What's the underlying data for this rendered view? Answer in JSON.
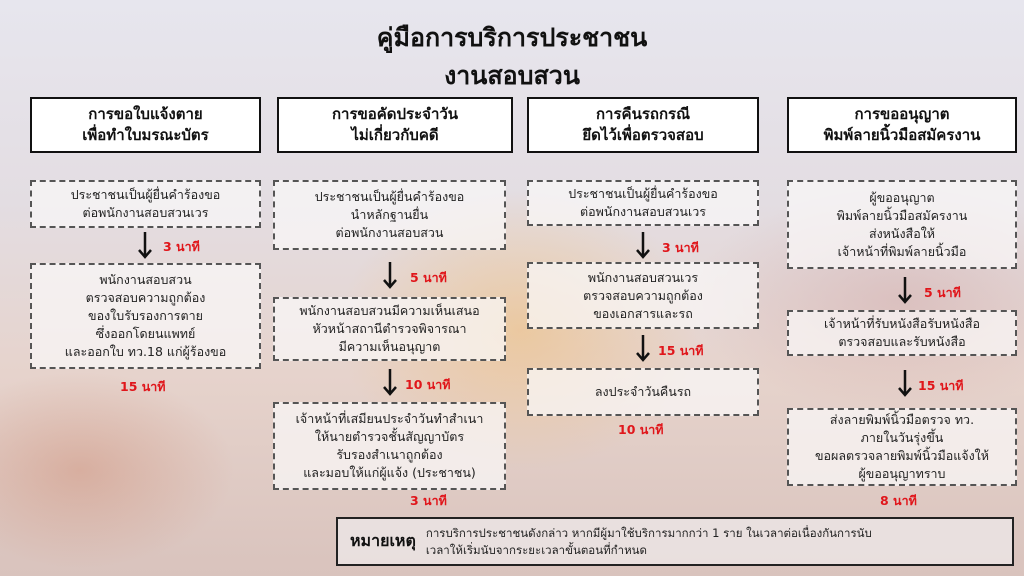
{
  "title": {
    "line1": "คู่มือการบริการประชาชน",
    "line2": "งานสอบสวน"
  },
  "columns": [
    {
      "header": "การขอใบแจ้งตาย\nเพื่อทำใบมรณะบัตร",
      "steps": [
        "ประชาชนเป็นผู้ยื่นคำร้องขอ\nต่อพนักงานสอบสวนเวร",
        "พนักงานสอบสวน\nตรวจสอบความถูกต้อง\nของใบรับรองการตาย\nซึ่งออกโดยนแพทย์\nและออกใบ ทว.18 แก่ผู้ร้องขอ"
      ],
      "times": [
        "3 นาที",
        "15 นาที"
      ]
    },
    {
      "header": "การขอคัดประจำวัน\nไม่เกี่ยวกับคดี",
      "steps": [
        "ประชาชนเป็นผู้ยื่นคำร้องขอ\nนำหลักฐานยื่น\nต่อพนักงานสอบสวน",
        "พนักงานสอบสวนมีความเห็นเสนอ\nหัวหน้าสถานีตำรวจพิจารณา\nมีความเห็นอนุญาต",
        "เจ้าหน้าที่เสมียนประจำวันทำสำเนา\nให้นายตำรวจชั้นสัญญาบัตร\nรับรองสำเนาถูกต้อง\nและมอบให้แก่ผู้แจ้ง (ประชาชน)"
      ],
      "times": [
        "5 นาที",
        "10 นาที",
        "3 นาที"
      ]
    },
    {
      "header": "การคืนรถกรณี\nยึดไว้เพื่อตรวจสอบ",
      "steps": [
        "ประชาชนเป็นผู้ยื่นคำร้องขอ\nต่อพนักงานสอบสวนเวร",
        "พนักงานสอบสวนเวร\nตรวจสอบความถูกต้อง\nของเอกสารและรถ",
        "ลงประจำวันคืนรถ"
      ],
      "times": [
        "3 นาที",
        "15 นาที",
        "10 นาที"
      ]
    },
    {
      "header": "การขออนุญาต\nพิมพ์ลายนิ้วมือสมัครงาน",
      "steps": [
        "ผู้ขออนุญาต\nพิมพ์ลายนิ้วมือสมัครงาน\nส่งหนังสือให้\nเจ้าหน้าที่พิมพ์ลายนิ้วมือ",
        "เจ้าหน้าที่รับหนังสือรับหนังสือ\nตรวจสอบและรับหนังสือ",
        "ส่งลายพิมพ์นิ้วมือตรวจ ทว.\nภายในวันรุ่งขึ้น\nขอผลตรวจลายพิมพ์นิ้วมือแจ้งให้\nผู้ขออนุญาทราบ"
      ],
      "times": [
        "5 นาที",
        "15 นาที",
        "8 นาที"
      ]
    }
  ],
  "note": {
    "label": "หมายเหตุ",
    "text": "การบริการประชาชนดังกล่าว หากมีผู้มาใช้บริการมากกว่า 1 ราย ในเวลาต่อเนื่องกันการนับ\nเวลาให้เริ่มนับจากระยะเวลาขั้นตอนที่กำหนด"
  },
  "colors": {
    "time": "#e0161b",
    "border": "#555555"
  }
}
